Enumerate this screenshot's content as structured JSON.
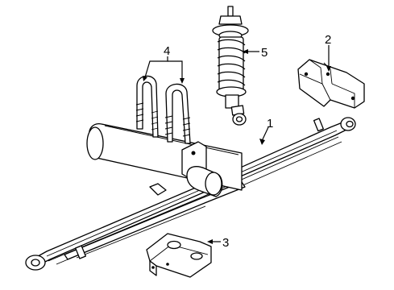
{
  "diagram": {
    "callouts": [
      {
        "id": "1",
        "label": "1",
        "part": "leaf-spring"
      },
      {
        "id": "2",
        "label": "2",
        "part": "spring-bracket"
      },
      {
        "id": "3",
        "label": "3",
        "part": "spring-plate"
      },
      {
        "id": "4",
        "label": "4",
        "part": "u-bolts"
      },
      {
        "id": "5",
        "label": "5",
        "part": "shock-absorber"
      }
    ]
  }
}
